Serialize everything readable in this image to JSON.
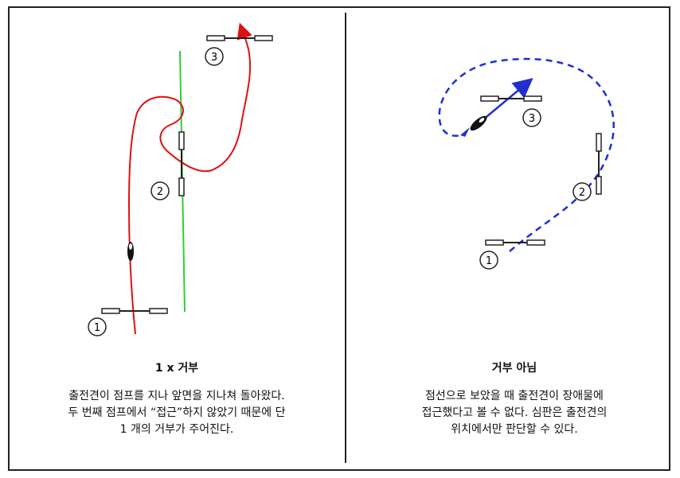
{
  "left_panel": {
    "title": "1 x 거부",
    "text_lines": [
      "출전견이 점프를 지나 앞면을 지나쳐 돌아왔다.",
      "두 번째 점프에서 “접근”하지 않았기 때문에 단",
      "1 개의 거부가 주어진다."
    ],
    "jump_labels": [
      "1",
      "2",
      "3"
    ]
  },
  "right_panel": {
    "title": "거부 아님",
    "text_lines": [
      "점선으로 보았을 때 출전견이 장애물에",
      "접근했다고 볼 수 없다. 심판은 출전견의",
      "위치에서만 판단할 수 있다."
    ],
    "jump_labels": [
      "1",
      "2",
      "3"
    ]
  },
  "colors": {
    "dog_path_left": "#e01010",
    "approach_line": "#33cc33",
    "dog_path_right": "#1f2fd0",
    "jump_bar": "#222222"
  }
}
